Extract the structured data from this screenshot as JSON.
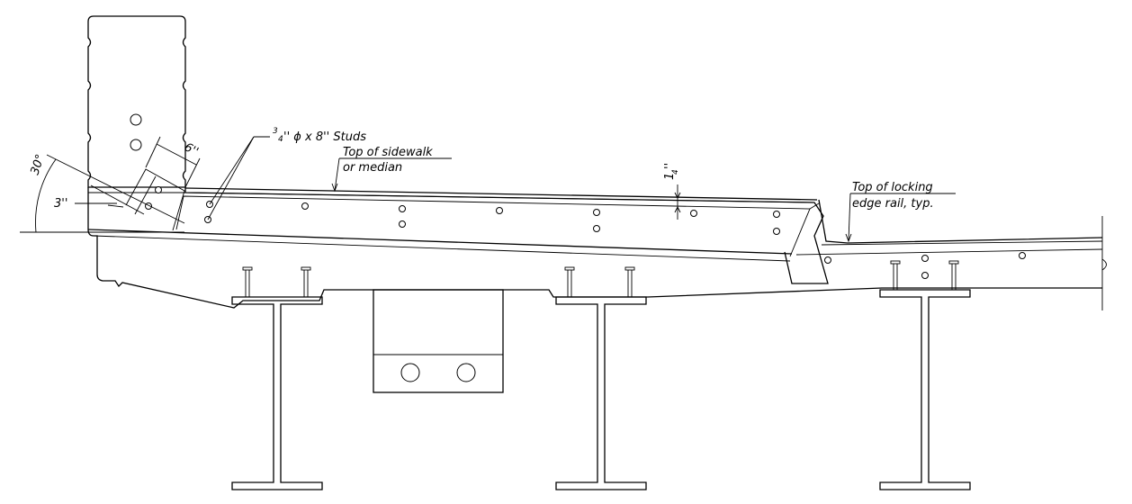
{
  "labels": {
    "studs_num": "3",
    "studs_den": "4",
    "studs_rest": "'' ϕ x 8'' Studs",
    "top_sidewalk": "Top of sidewalk",
    "or_median": "or median",
    "top_locking": "Top of locking",
    "edge_rail": "edge rail, typ.",
    "angle": "30°",
    "dim_3in": "3''",
    "dim_6in": "6''",
    "dim_quarter_num": "1",
    "dim_quarter_den": "4",
    "dim_quarter_mark": "''"
  }
}
